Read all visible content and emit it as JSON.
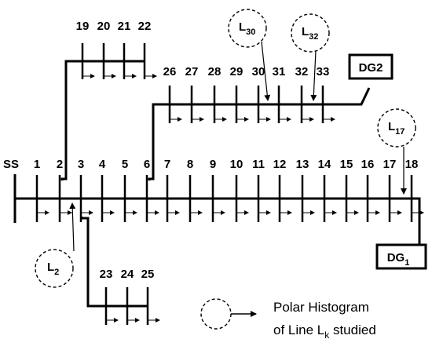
{
  "diagram": {
    "substation_label": "SS",
    "main_feeder_buses": [
      "1",
      "2",
      "3",
      "4",
      "5",
      "6",
      "7",
      "8",
      "9",
      "10",
      "11",
      "12",
      "13",
      "14",
      "15",
      "16",
      "17",
      "18"
    ],
    "lateral_19_22_buses": [
      "19",
      "20",
      "21",
      "22"
    ],
    "lateral_26_33_buses": [
      "26",
      "27",
      "28",
      "29",
      "30",
      "31",
      "32",
      "33"
    ],
    "lateral_23_25_buses": [
      "23",
      "24",
      "25"
    ],
    "dg_units": {
      "dg2": {
        "text": "DG2"
      },
      "dg1": {
        "main": "DG",
        "sub": "1"
      }
    },
    "studied_lines": [
      {
        "id": "L30",
        "main": "L",
        "sub": "30"
      },
      {
        "id": "L32",
        "main": "L",
        "sub": "32"
      },
      {
        "id": "L17",
        "main": "L",
        "sub": "17"
      },
      {
        "id": "L2",
        "main": "L",
        "sub": "2"
      }
    ],
    "legend": {
      "line1": "Polar Histogram",
      "line2_prefix": "of Line L",
      "line2_sub": "k",
      "line2_suffix": " studied"
    }
  }
}
